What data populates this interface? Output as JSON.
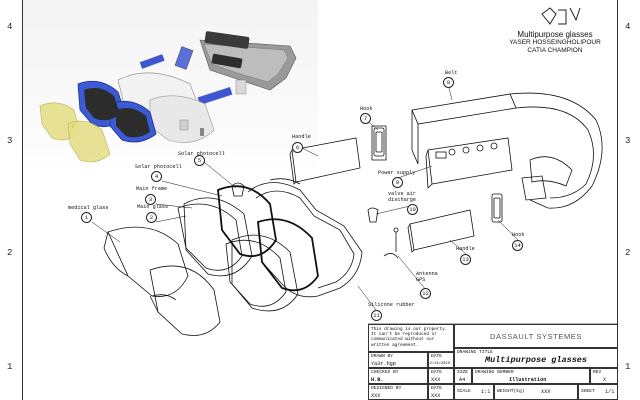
{
  "zones": {
    "left": [
      "4",
      "3",
      "2",
      "1"
    ],
    "right": [
      "4",
      "3",
      "2",
      "1"
    ]
  },
  "logo": {
    "product": "Multipurpose glasses",
    "author": "YASER HOSSEINGHOLIPOUR",
    "software": "CATIA CHAMPION"
  },
  "parts": [
    {
      "num": "1",
      "label": "medical glass"
    },
    {
      "num": "2",
      "label": "Main glass"
    },
    {
      "num": "3",
      "label": "Main frame"
    },
    {
      "num": "4",
      "label": "Solar photocell"
    },
    {
      "num": "5",
      "label": "Solar photocell"
    },
    {
      "num": "6",
      "label": "Handle"
    },
    {
      "num": "7",
      "label": "Hook"
    },
    {
      "num": "8",
      "label": "Belt"
    },
    {
      "num": "9",
      "label": "Power supply"
    },
    {
      "num": "10",
      "label": "valve air discharge"
    },
    {
      "num": "11",
      "label": "Silicone rubber"
    },
    {
      "num": "12",
      "label": "Antenna GPS"
    },
    {
      "num": "13",
      "label": "Handle"
    },
    {
      "num": "14",
      "label": "Hook"
    }
  ],
  "title_block": {
    "note": "This drawing is our property. It can't be reproduced or communicated without our written agreement.",
    "company": "DASSAULT SYSTEMES",
    "drawn_by_label": "DRAWN BY",
    "drawn_by": "Ya3r.hgp",
    "date_label": "DATE",
    "drawn_date": "2/14/2020",
    "checked_by_label": "CHECKED BY",
    "checked_by": "H.B.",
    "checked_date": "XXX",
    "designed_by_label": "DESIGNED BY",
    "designed_by": "XXX",
    "designed_date": "XXX",
    "drawing_title_label": "DRAWING TITLE",
    "drawing_title": "Multipurpose glasses",
    "size_label": "SIZE",
    "size": "A4",
    "drawing_number_label": "DRAWING NUMBER",
    "drawing_number": "Illustration",
    "rev_label": "REV",
    "rev": "X",
    "scale_label": "SCALE",
    "scale": "1:1",
    "weight_label": "WEIGHT(kg)",
    "weight": "XXX",
    "sheet_label": "SHEET",
    "sheet": "1/1"
  },
  "colors": {
    "frame_blue": "#3b5bd6",
    "lens_yellow": "#e6df8a",
    "lens_dark": "#2c2c2c",
    "strap_grey": "#8a8a8a"
  }
}
